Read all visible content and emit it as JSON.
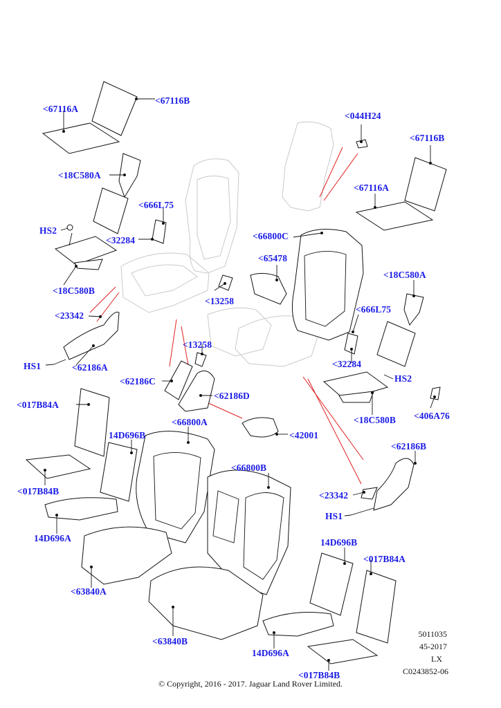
{
  "labels": [
    {
      "id": "l01",
      "text": "<67116A"
    },
    {
      "id": "l02",
      "text": "<67116B"
    },
    {
      "id": "l03",
      "text": "<18C580A"
    },
    {
      "id": "l04",
      "text": "<666L75"
    },
    {
      "id": "l05",
      "text": "HS2"
    },
    {
      "id": "l06",
      "text": "<32284"
    },
    {
      "id": "l07",
      "text": "<18C580B"
    },
    {
      "id": "l08",
      "text": "<23342"
    },
    {
      "id": "l09",
      "text": "HS1"
    },
    {
      "id": "l10",
      "text": "<62186A"
    },
    {
      "id": "l11",
      "text": "<13258"
    },
    {
      "id": "l12",
      "text": "<13258"
    },
    {
      "id": "l13",
      "text": "<62186C"
    },
    {
      "id": "l14",
      "text": "<62186D"
    },
    {
      "id": "l15",
      "text": "<42001"
    },
    {
      "id": "l16",
      "text": "<044H24"
    },
    {
      "id": "l17",
      "text": "<67116B"
    },
    {
      "id": "l18",
      "text": "<67116A"
    },
    {
      "id": "l19",
      "text": "<66800C"
    },
    {
      "id": "l20",
      "text": "<65478"
    },
    {
      "id": "l21",
      "text": "<18C580A"
    },
    {
      "id": "l22",
      "text": "<666L75"
    },
    {
      "id": "l23",
      "text": "<32284"
    },
    {
      "id": "l24",
      "text": "HS2"
    },
    {
      "id": "l25",
      "text": "<18C580B"
    },
    {
      "id": "l26",
      "text": "<406A76"
    },
    {
      "id": "l27",
      "text": "<62186B"
    },
    {
      "id": "l28",
      "text": "<23342"
    },
    {
      "id": "l29",
      "text": "HS1"
    },
    {
      "id": "l30",
      "text": "<017B84A"
    },
    {
      "id": "l31",
      "text": "14D696B"
    },
    {
      "id": "l32",
      "text": "<66800A"
    },
    {
      "id": "l33",
      "text": "<017B84B"
    },
    {
      "id": "l34",
      "text": "14D696A"
    },
    {
      "id": "l35",
      "text": "<66800B"
    },
    {
      "id": "l36",
      "text": "<63840A"
    },
    {
      "id": "l37",
      "text": "<63840B"
    },
    {
      "id": "l38",
      "text": "14D696B"
    },
    {
      "id": "l39",
      "text": "<017B84A"
    },
    {
      "id": "l40",
      "text": "14D696A"
    },
    {
      "id": "l41",
      "text": "<017B84B"
    }
  ],
  "meta": {
    "line1": "5011035",
    "line2": "45-2017",
    "line3": "LX",
    "line4": "C0243852-06"
  },
  "copyright": "© Copyright, 2016 - 2017. Jaguar Land Rover Limited."
}
